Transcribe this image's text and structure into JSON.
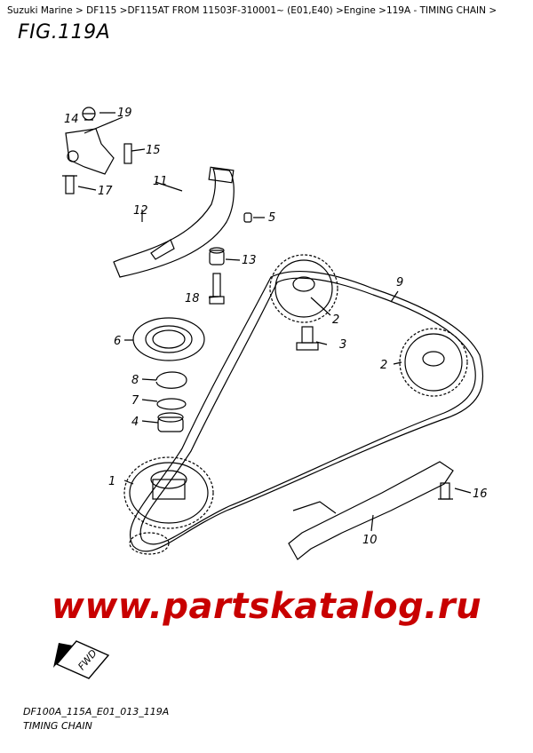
{
  "breadcrumb": "Suzuki Marine > DF115 >DF115AT FROM 11503F-310001~ (E01,E40) >Engine >119A - TIMING CHAIN >",
  "figure_title": "FIG.119A",
  "watermark": "www.partskatalog.ru",
  "fwd_label": "FWD",
  "footer": {
    "code": "DF100A_115A_E01_013_119A",
    "name": "TIMING CHAIN"
  },
  "callouts": {
    "c1": "1",
    "c2a": "2",
    "c2b": "2",
    "c3": "3",
    "c4": "4",
    "c5": "5",
    "c6": "6",
    "c7": "7",
    "c8": "8",
    "c9": "9",
    "c10": "10",
    "c11": "11",
    "c12": "12",
    "c13": "13",
    "c14": "14",
    "c15": "15",
    "c16": "16",
    "c17": "17",
    "c18": "18",
    "c19": "19"
  }
}
